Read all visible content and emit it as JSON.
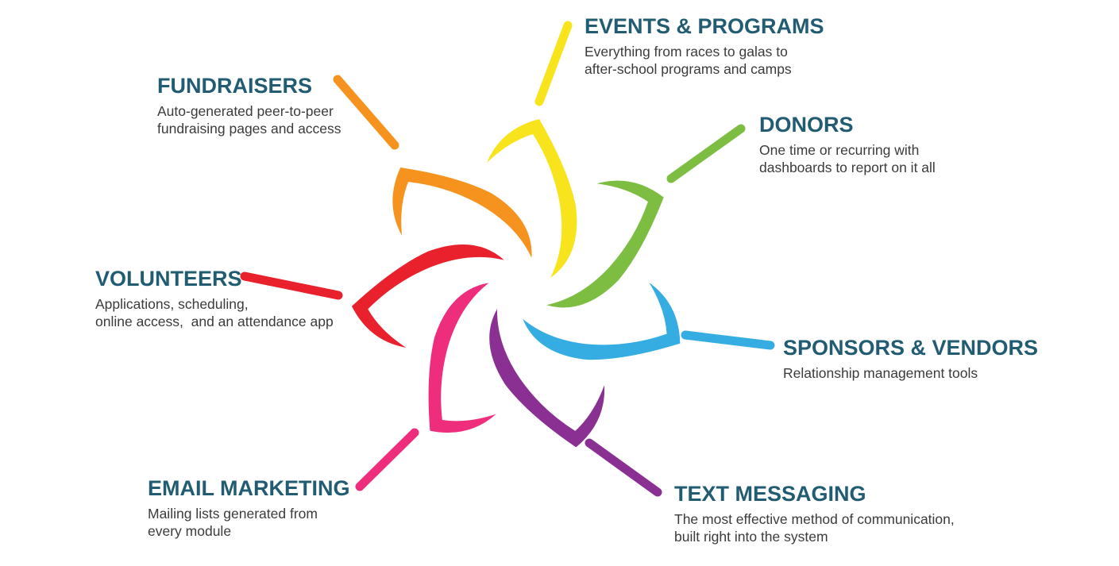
{
  "diagram": {
    "background_color": "#FFFFFF",
    "heading_color": "#215C72",
    "body_color": "#3B3B3B",
    "center_graphic": "seven-petal-pinwheel-flower",
    "nodes": [
      {
        "id": "events",
        "label": "EVENTS & PROGRAMS",
        "description": "Everything from races to galas to\nafter-school programs and camps",
        "color": "#F8E41C"
      },
      {
        "id": "donors",
        "label": "DONORS",
        "description": "One time or recurring with\ndashboards to report on it all",
        "color": "#7CBD42"
      },
      {
        "id": "sponsors",
        "label": "SPONSORS & VENDORS",
        "description": "Relationship management tools",
        "color": "#35ADE3"
      },
      {
        "id": "text_messaging",
        "label": "TEXT MESSAGING",
        "description": "The most effective method of communication,\nbuilt right into the system",
        "color": "#8B3093"
      },
      {
        "id": "email_marketing",
        "label": "EMAIL MARKETING",
        "description": "Mailing lists generated from\nevery module",
        "color": "#EE2D7D"
      },
      {
        "id": "volunteers",
        "label": "VOLUNTEERS",
        "description": "Applications, scheduling,\nonline access,  and an attendance app",
        "color": "#E8212D"
      },
      {
        "id": "fundraisers",
        "label": "FUNDRAISERS",
        "description": "Auto-generated peer-to-peer\nfundraising pages and access",
        "color": "#F6921E"
      }
    ]
  }
}
